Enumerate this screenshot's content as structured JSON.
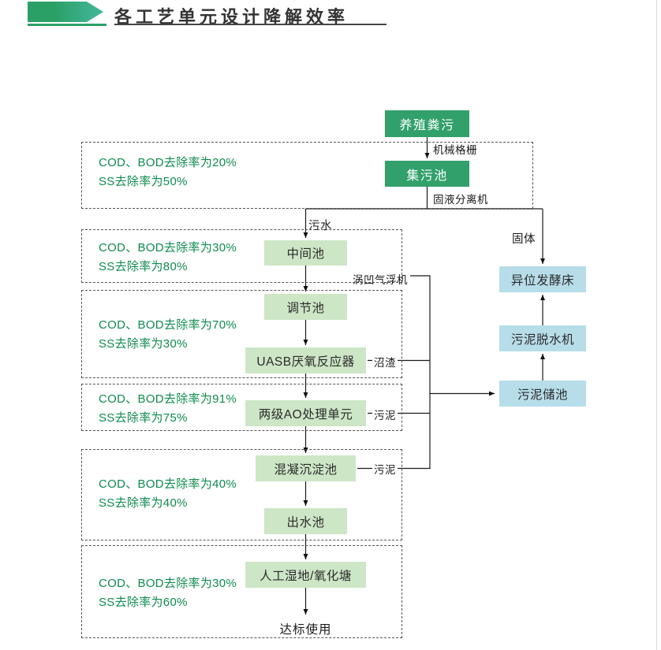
{
  "page": {
    "title": "各工艺单元设计降解效率"
  },
  "colors": {
    "dark_node": "#31a06b",
    "light_green_node": "#cde6c6",
    "light_blue_node": "#b7dde9",
    "accent_green": "#0f8b4f",
    "header_green": "#2aa066"
  },
  "nodes": {
    "manure": {
      "label": "养殖粪污"
    },
    "collection_pool": {
      "label": "集污池"
    },
    "intermediate_pool": {
      "label": "中间池"
    },
    "regulating_pool": {
      "label": "调节池"
    },
    "uasb_reactor": {
      "label": "UASB厌氧反应器"
    },
    "ao_unit": {
      "label": "两级AO处理单元"
    },
    "coagulation_pool": {
      "label": "混凝沉淀池"
    },
    "outlet_pool": {
      "label": "出水池"
    },
    "wetland_pond": {
      "label": "人工湿地/氧化塘"
    },
    "fermentation_bed": {
      "label": "异位发酵床"
    },
    "sludge_dewaterer": {
      "label": "污泥脱水机"
    },
    "sludge_storage": {
      "label": "污泥储池"
    }
  },
  "edge_labels": {
    "mechanical_screen": "机械格栅",
    "solid_liquid_separator": "固液分离机",
    "sewage": "污水",
    "solid": "固体",
    "caf_machine": "涡凹气浮机",
    "biogas_residue": "沼渣",
    "sludge_from_ao": "污泥",
    "sludge_from_coagulation": "污泥",
    "standard_use": "达标使用"
  },
  "efficiency_notes": [
    {
      "line1": "COD、BOD去除率为20%",
      "line2": "SS去除率为50%"
    },
    {
      "line1": "COD、BOD去除率为30%",
      "line2": "SS去除率为80%"
    },
    {
      "line1": "COD、BOD去除率为70%",
      "line2": "SS去除率为30%"
    },
    {
      "line1": "COD、BOD去除率为91%",
      "line2": "SS去除率为75%"
    },
    {
      "line1": "COD、BOD去除率为40%",
      "line2": "SS去除率为40%"
    },
    {
      "line1": "COD、BOD去除率为30%",
      "line2": "SS去除率为60%"
    }
  ]
}
